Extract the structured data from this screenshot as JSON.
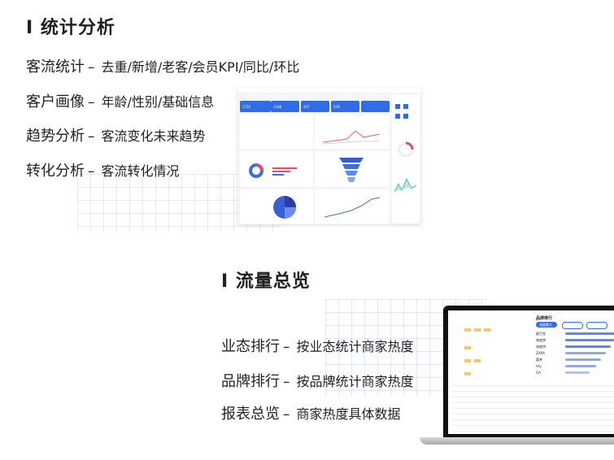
{
  "section1": {
    "title": "I 统计分析",
    "features": [
      {
        "key": "客流统计",
        "dash": "–",
        "value": "去重/新增/老客/会员KPI/同比/环比"
      },
      {
        "key": "客户画像",
        "dash": "–",
        "value": "年龄/性别/基础信息"
      },
      {
        "key": "趋势分析",
        "dash": "–",
        "value": "客流变化未来趋势"
      },
      {
        "key": "转化分析",
        "dash": "–",
        "value": "客流转化情况"
      }
    ]
  },
  "section2": {
    "title": "I 流量总览",
    "features": [
      {
        "key": "业态排行",
        "dash": "–",
        "value": "按业态统计商家热度"
      },
      {
        "key": "品牌排行",
        "dash": "–",
        "value": "按品牌统计商家热度"
      },
      {
        "key": "报表总览",
        "dash": "–",
        "value": "商家热度具体数据"
      }
    ]
  },
  "dashboard": {
    "kpis": [
      "1721",
      "1186",
      "207",
      "529"
    ]
  },
  "laptop": {
    "panel_title": "品牌排行",
    "tab_active": "流量最大",
    "brands": [
      "星巴克",
      "海底捞",
      "海底捞",
      "ZARA",
      "喜茶",
      "Vtu",
      "GA"
    ]
  },
  "colors": {
    "accent": "#2f6ce5",
    "grid": "#aebde8"
  }
}
